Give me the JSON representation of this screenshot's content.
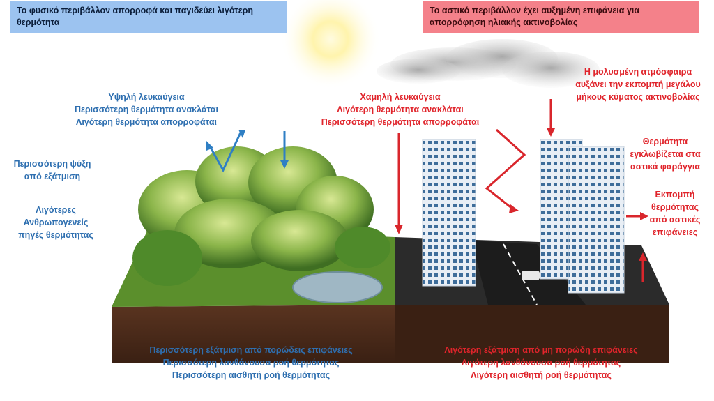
{
  "headers": {
    "natural": "Το φυσικό περιβάλλον απορροφά και παγιδεύει λιγότερη θερμότητα",
    "urban": "Το αστικό περιβάλλον έχει αυξημένη επιφάνεια για απορρόφηση ηλιακής ακτινοβολίας"
  },
  "natural": {
    "albedo": [
      "Υψηλή λευκαύγεια",
      "Περισσότερη θερμότητα ανακλάται",
      "Λιγότερη θερμότητα απορροφάται"
    ],
    "cooling": [
      "Περισσότερη ψύξη",
      "από εξάτμιση"
    ],
    "sources": [
      "Λιγότερες",
      "Ανθρωπογενείς",
      "πηγές θερμότητας"
    ],
    "bottom": [
      "Περισσότερη εξάτμιση από πορώδεις επιφάνειες",
      "Περισσότερη λανθάνουσα ροή θερμότητας",
      "Περισσότερη αισθητή ροή θερμότητας"
    ]
  },
  "urban": {
    "albedo": [
      "Χαμηλή λευκαύγεια",
      "Λιγότερη θερμότητα ανακλάται",
      "Περισσότερη θερμότητα απορροφάται"
    ],
    "pollution": [
      "Η μολυσμένη ατμόσφαιρα",
      "αυξάνει την εκπομπή μεγάλου",
      "μήκους κύματος ακτινοβολίας"
    ],
    "canyons": [
      "Θερμότητα",
      "εγκλωβίζεται στα",
      "αστικά φαράγγια"
    ],
    "emission": [
      "Εκπομπή",
      "θερμότητας",
      "από αστικές",
      "επιφάνειες"
    ],
    "bottom": [
      "Λιγότερη εξάτμιση από μη πορώδη επιφάνειες",
      "Λιγότερη λανθάνουσα ροή θερμότητας",
      "Λιγότερη αισθητή ροή θερμότητας"
    ]
  },
  "colors": {
    "natural_text": "#2e6fb0",
    "urban_text": "#e0242b",
    "grass": "#5b8f2c",
    "soil": "#4a2a18",
    "road": "#2b2b2b",
    "arrow_blue": "#2f7fc4",
    "arrow_red": "#d9262c"
  }
}
